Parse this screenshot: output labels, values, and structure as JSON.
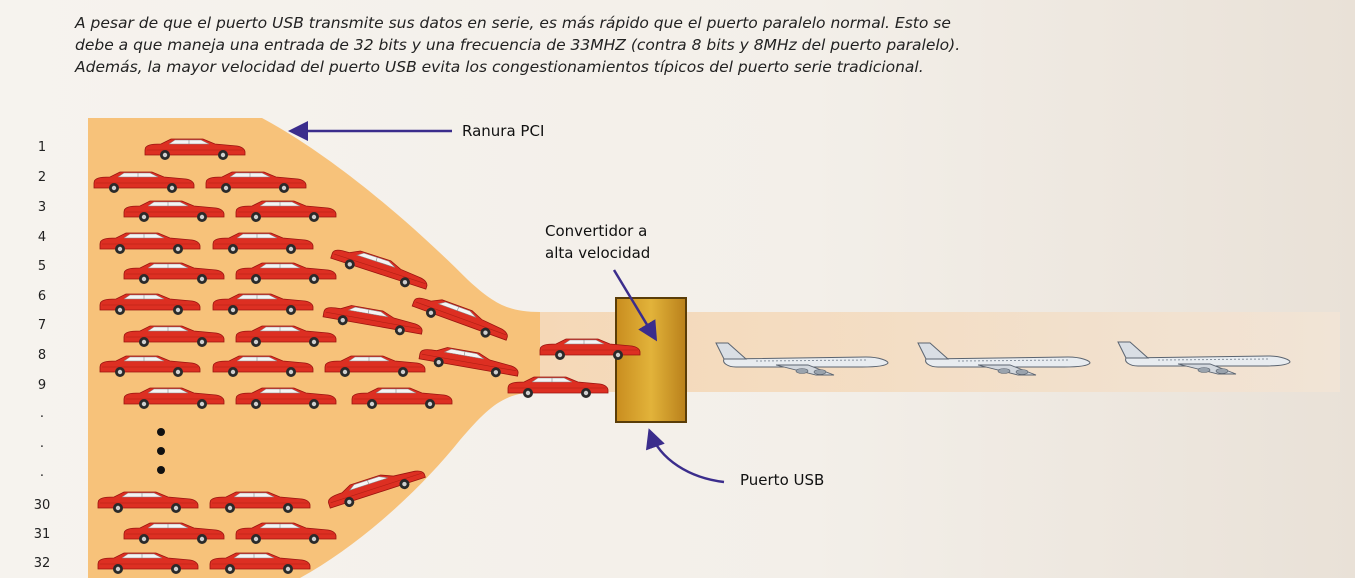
{
  "caption": {
    "lines": [
      "A pesar de que el puerto USB transmite sus datos en serie, es más rápido que el puerto paralelo normal. Esto se",
      "debe a que maneja una entrada de 32 bits y una frecuencia de 33MHZ (contra 8 bits y 8MHz del puerto paralelo).",
      "Además, la mayor velocidad del puerto USB evita los congestionamientos típicos del puerto serie tradicional."
    ]
  },
  "row_labels": [
    "1",
    "2",
    "3",
    "4",
    "5",
    "6",
    "7",
    "8",
    "9",
    ".",
    ".",
    ".",
    "30",
    "31",
    "32"
  ],
  "labels": {
    "pci_slot": "Ranura PCI",
    "converter_line1": "Convertidor a",
    "converter_line2": "alta velocidad",
    "usb_port": "Puerto USB"
  },
  "colors": {
    "funnel": "#f7c27a",
    "lane": "#f5dcc0",
    "car_body": "#dd2f22",
    "box": "#d9a52a",
    "arrow": "#3b2d8c"
  },
  "icons": {
    "car": "car-icon",
    "airplane": "airplane-icon",
    "dot": "ellipsis-dot"
  }
}
